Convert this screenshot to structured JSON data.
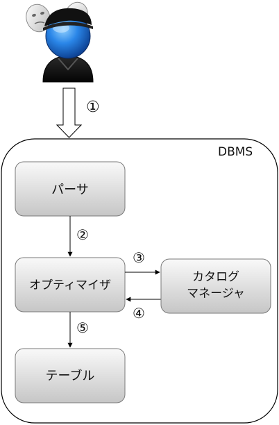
{
  "container": {
    "label": "DBMS"
  },
  "boxes": {
    "parser": "パーサ",
    "optimizer": "オプティマイザ",
    "catalog_line1": "カタログ",
    "catalog_line2": "マネージャ",
    "table": "テーブル"
  },
  "steps": {
    "step1": "①",
    "step2": "②",
    "step3": "③",
    "step4": "④",
    "step5": "⑤"
  },
  "icons": {
    "user": "user-icon",
    "theater_masks": "theater-masks-icon"
  },
  "colors": {
    "box_fill_top": "#f8f8f8",
    "box_fill_bottom": "#c8c8c8",
    "box_stroke": "#777777",
    "outline": "#000000",
    "head_blue": "#1f6fd6"
  }
}
